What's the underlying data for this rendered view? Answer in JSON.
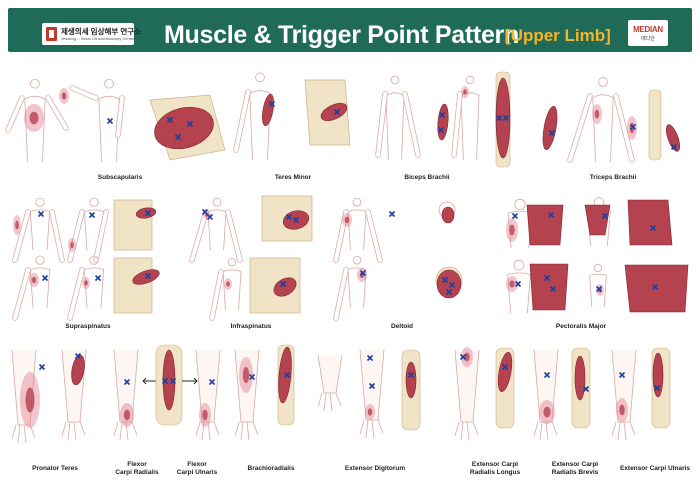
{
  "header": {
    "title": "Muscle & Trigger Point Pattern",
    "subtitle": "[Upper Limb]",
    "logo_left_kr": "제생의세 임상해부 연구소",
    "logo_left_en": "Jesaeng – Sekai Clinical Anatomy Center",
    "logo_right_brand": "MEDIAN",
    "logo_right_kr": "메디안"
  },
  "colors": {
    "header_bg": "#1f6b58",
    "subtitle": "#f2b52c",
    "muscle": "#b5424f",
    "referral": "#e27c90",
    "trigger_mark": "#1f3fa0"
  },
  "icons": [
    "trigger-point-x-mark",
    "direction-arrow"
  ],
  "muscles": [
    "Subscapularis",
    "Teres Minor",
    "Biceps Brachii",
    "Triceps Brachii",
    "Supraspinatus",
    "Infraspinatus",
    "Deltoid",
    "Pectoralis Major",
    "Pronator Teres",
    "Flexor\nCarpi Radialis",
    "Flexor\nCarpi Ulnaris",
    "Brachioradialis",
    "Extensor Digitorum",
    "Extensor Carpi\nRadialis Longus",
    "Extensor Carpi\nRadialis Brevis",
    "Extensor Carpi Ulnaris"
  ]
}
